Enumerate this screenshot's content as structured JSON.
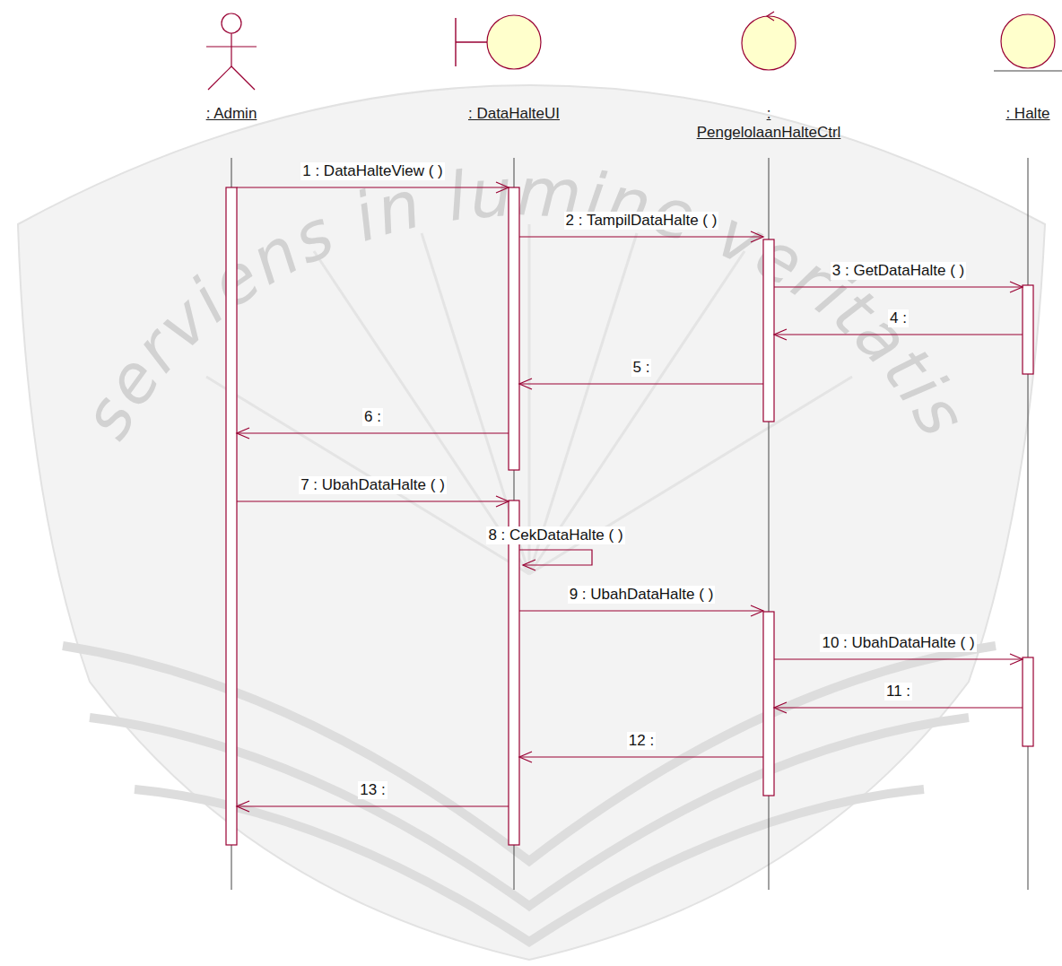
{
  "diagram": {
    "nodes": [
      {
        "text": [
          ": Admin"
        ]
      },
      {
        "text": [
          ": DataHalteUI"
        ]
      },
      {
        "text": [
          ": PengelolaanHalteCtrl"
        ]
      },
      {
        "text": [
          ": Halte"
        ]
      }
    ],
    "edges": [
      {
        "from": 0,
        "to": 1,
        "arrow": "to",
        "label": "1 : DataHalteView ( )"
      },
      {
        "from": 1,
        "to": 2,
        "arrow": "to",
        "label": "2 : TampilDataHalte ( )"
      },
      {
        "from": 2,
        "to": 3,
        "arrow": "to",
        "label": "3 : GetDataHalte ( )"
      },
      {
        "from": 3,
        "to": 2,
        "arrow": "to",
        "label": "4 :"
      },
      {
        "from": 2,
        "to": 1,
        "arrow": "to",
        "label": "5 :"
      },
      {
        "from": 1,
        "to": 0,
        "arrow": "to",
        "label": "6 :"
      },
      {
        "from": 0,
        "to": 1,
        "arrow": "to",
        "label": "7 : UbahDataHalte ( )"
      },
      {
        "from": 1,
        "to": 1,
        "arrow": "to",
        "label": "8 : CekDataHalte ( )"
      },
      {
        "from": 1,
        "to": 2,
        "arrow": "to",
        "label": "9 : UbahDataHalte ( )"
      },
      {
        "from": 2,
        "to": 3,
        "arrow": "to",
        "label": "10 : UbahDataHalte ( )"
      },
      {
        "from": 3,
        "to": 2,
        "arrow": "to",
        "label": "11 :"
      },
      {
        "from": 2,
        "to": 1,
        "arrow": "to",
        "label": "12 :"
      },
      {
        "from": 1,
        "to": 0,
        "arrow": "to",
        "label": "13 :"
      }
    ],
    "labels": [
      "serviens in lumine veritatis"
    ]
  }
}
